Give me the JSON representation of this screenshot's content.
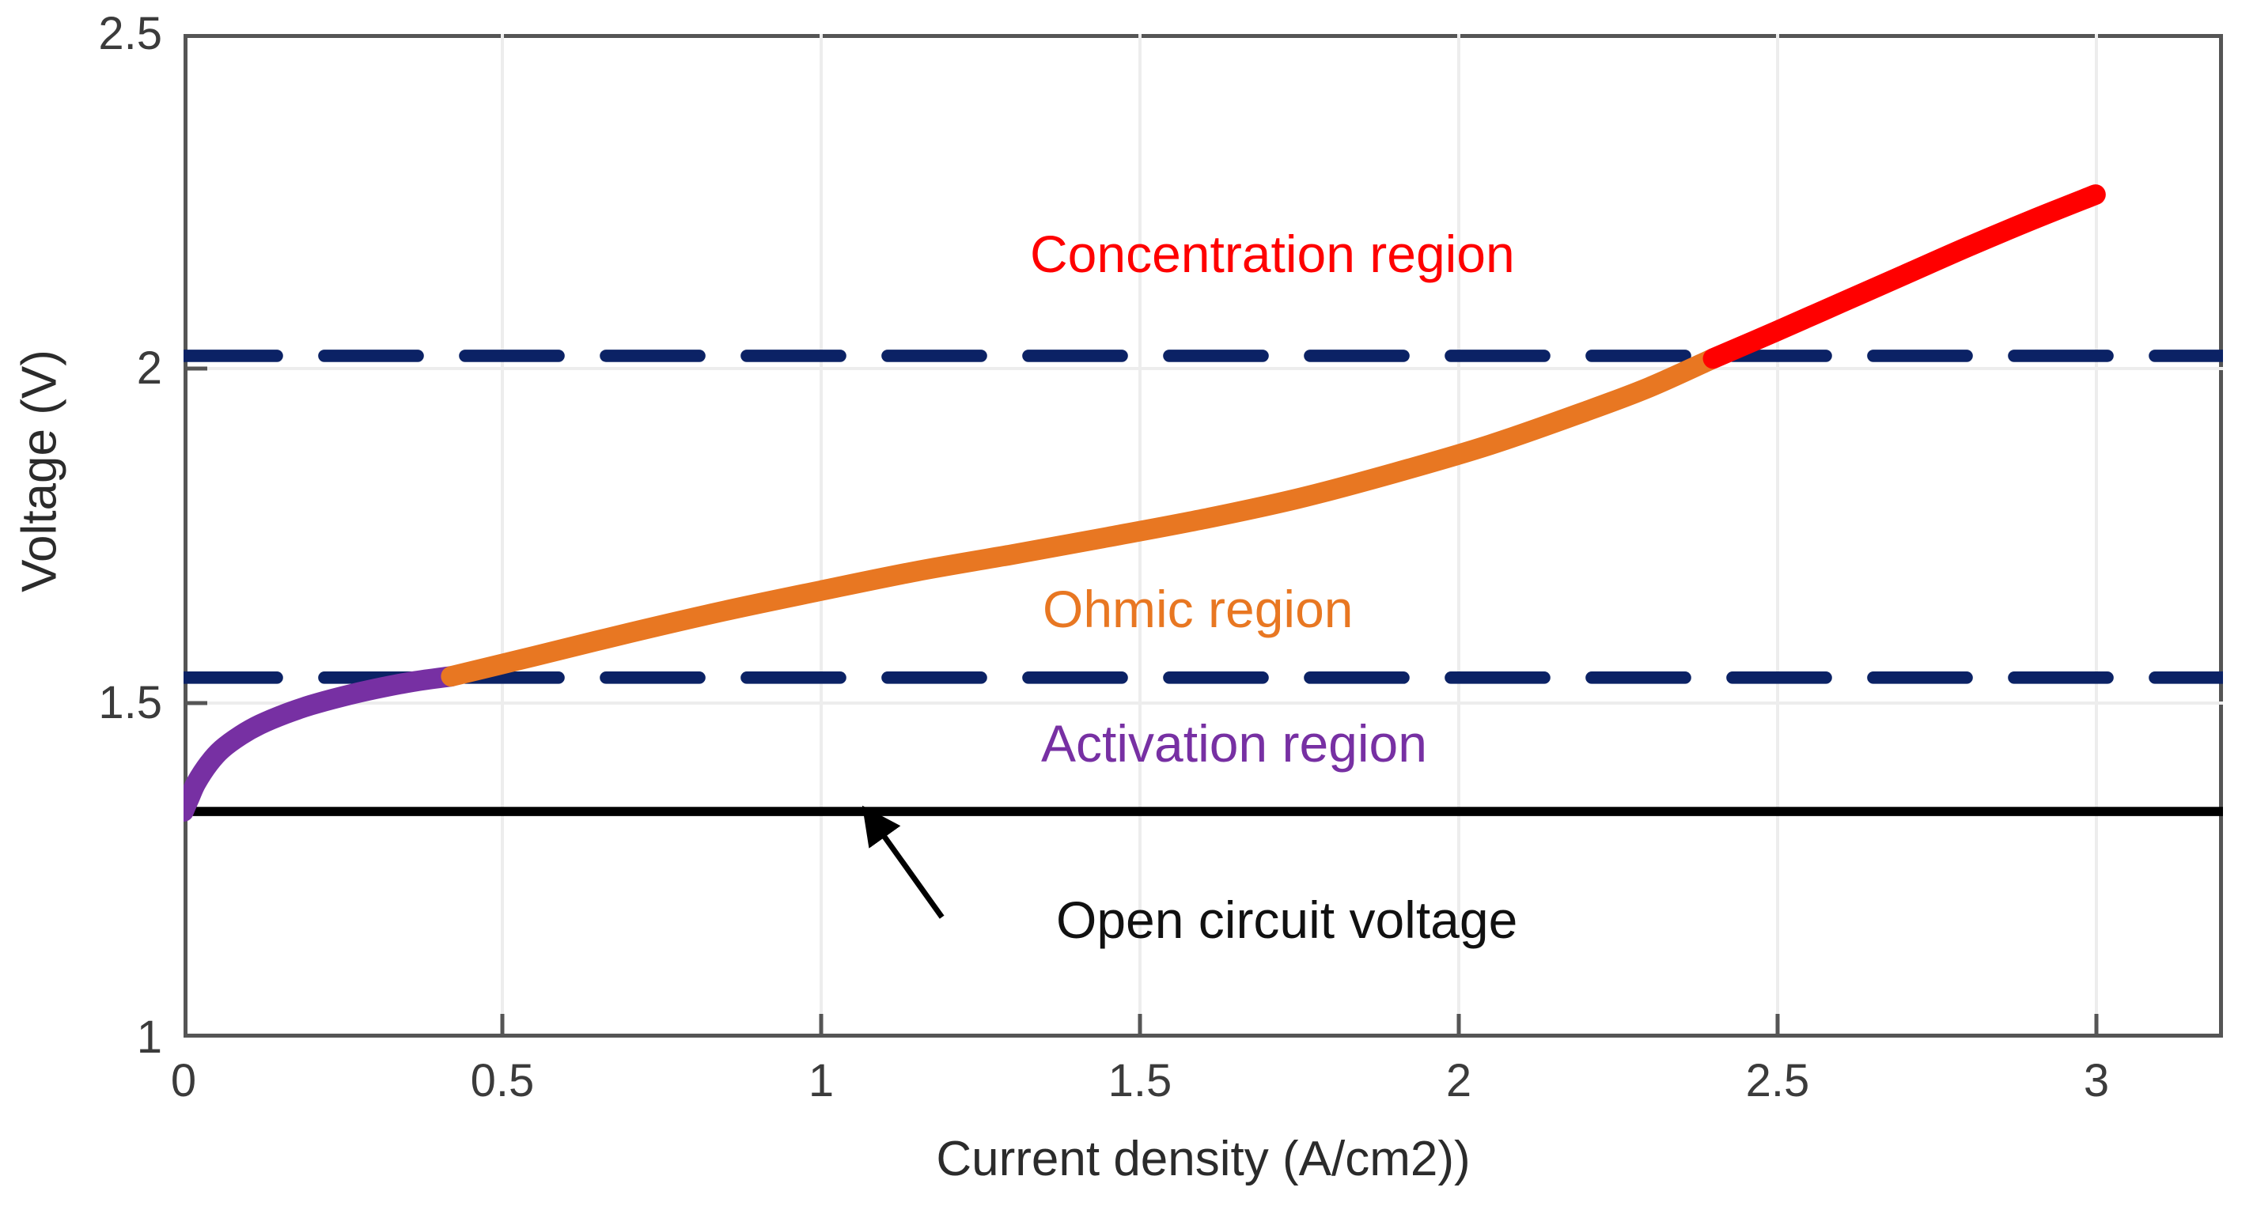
{
  "chart_data": {
    "type": "line",
    "title": "",
    "xlabel": "Current density (A/cm2))",
    "ylabel": "Voltage (V)",
    "xlim": [
      0,
      3.2
    ],
    "ylim": [
      1,
      2.5
    ],
    "xticks": [
      0,
      0.5,
      1,
      1.5,
      2,
      2.5,
      3
    ],
    "xtick_labels": [
      "0",
      "0.5",
      "1",
      "1.5",
      "2",
      "2.5",
      "3"
    ],
    "yticks": [
      1,
      1.5,
      2,
      2.5
    ],
    "ytick_labels": [
      "1",
      "1.5",
      "2",
      "2.5"
    ],
    "grid": true,
    "legend": "none",
    "series": [
      {
        "name": "Activation region",
        "color": "#7730A3",
        "linewidth": 14,
        "x": [
          0.0,
          0.01,
          0.02,
          0.04,
          0.06,
          0.09,
          0.12,
          0.16,
          0.2,
          0.25,
          0.3,
          0.36,
          0.42
        ],
        "y": [
          1.338,
          1.36,
          1.381,
          1.41,
          1.431,
          1.452,
          1.468,
          1.484,
          1.497,
          1.51,
          1.521,
          1.532,
          1.54
        ]
      },
      {
        "name": "Ohmic region",
        "color": "#E87722",
        "linewidth": 14,
        "x": [
          0.42,
          0.55,
          0.7,
          0.85,
          1.0,
          1.15,
          1.3,
          1.45,
          1.6,
          1.75,
          1.9,
          2.05,
          2.2,
          2.3,
          2.4
        ],
        "y": [
          1.54,
          1.57,
          1.605,
          1.638,
          1.668,
          1.697,
          1.722,
          1.748,
          1.775,
          1.806,
          1.844,
          1.886,
          1.936,
          1.972,
          2.015
        ]
      },
      {
        "name": "Concentration region",
        "color": "#FF0000",
        "linewidth": 14,
        "x": [
          2.4,
          2.5,
          2.6,
          2.7,
          2.8,
          2.9,
          3.0
        ],
        "y": [
          2.015,
          2.056,
          2.098,
          2.14,
          2.182,
          2.222,
          2.26
        ]
      }
    ],
    "reference_lines": [
      {
        "name": "Open circuit voltage",
        "y": 1.338,
        "color": "#000000",
        "style": "solid",
        "linewidth": 9
      },
      {
        "name": "Activation / Ohmic boundary",
        "y": 1.538,
        "color": "#0B2265",
        "style": "dashed",
        "linewidth": 12
      },
      {
        "name": "Ohmic / Concentration boundary",
        "y": 2.019,
        "color": "#0B2265",
        "style": "dashed",
        "linewidth": 12
      }
    ],
    "annotations": [
      {
        "name": "concentration-region-label",
        "text": "Concentration region",
        "color": "#FF0000",
        "x": 1.33,
        "y": 2.19
      },
      {
        "name": "ohmic-region-label",
        "text": "Ohmic region",
        "color": "#E87722",
        "x": 1.35,
        "y": 1.66
      },
      {
        "name": "activation-region-label",
        "text": "Activation region",
        "color": "#7730A3",
        "x": 1.35,
        "y": 1.46
      },
      {
        "name": "open-circuit-voltage-label",
        "text": "Open circuit voltage",
        "color": "#111111",
        "x": 1.37,
        "y": 1.2,
        "arrow": {
          "from_x": 1.19,
          "from_y": 1.18,
          "to_x": 1.07,
          "to_y": 1.34
        }
      }
    ]
  },
  "axes": {
    "y_title": "Voltage (V)",
    "x_title": "Current density (A/cm2))",
    "y_labels": [
      "2.5",
      "2",
      "1.5",
      "1"
    ],
    "x_labels": [
      "0",
      "0.5",
      "1",
      "1.5",
      "2",
      "2.5",
      "3"
    ]
  },
  "colors": {
    "activation": "#7730A3",
    "ohmic": "#E87722",
    "concentration": "#FF0000",
    "boundary": "#0B2265",
    "ocv": "#000000",
    "axis": "#555555",
    "grid": "#EDEDED",
    "background": "#FFFFFF"
  }
}
